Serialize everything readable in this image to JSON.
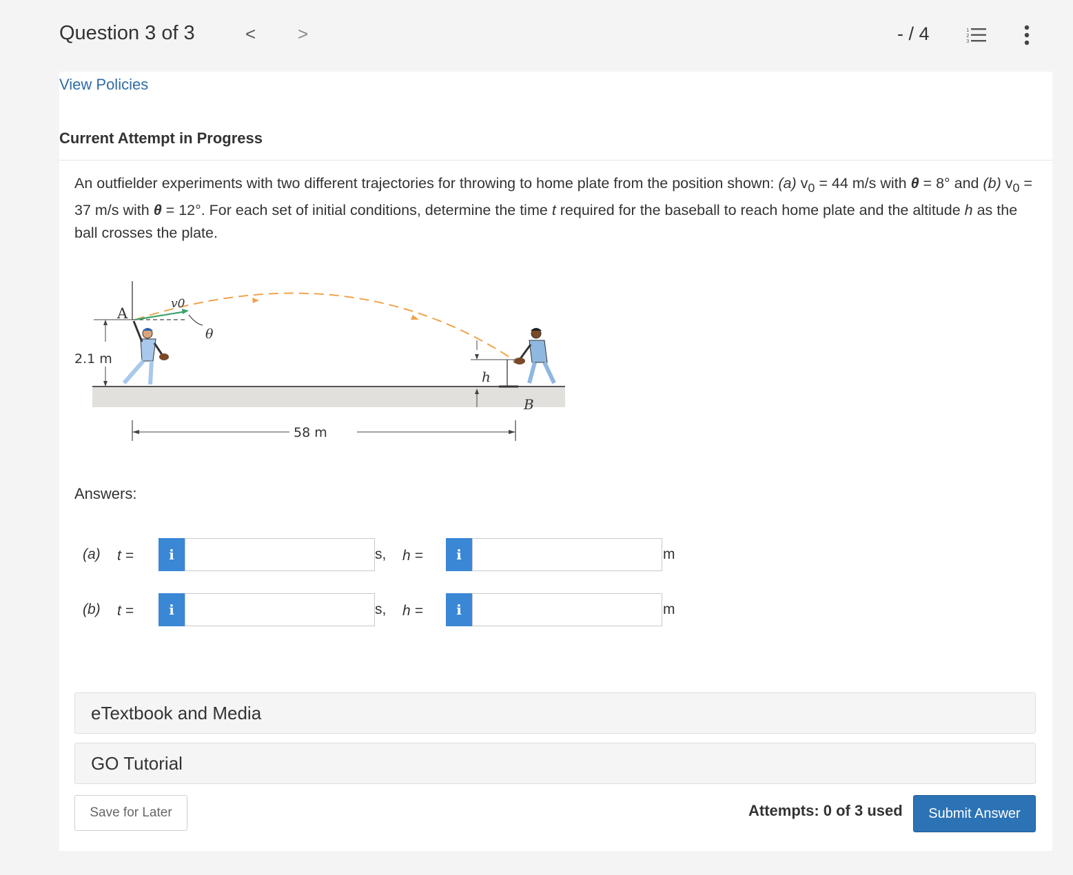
{
  "header": {
    "question_title": "Question 3 of 3",
    "prev_glyph": "<",
    "next_glyph": ">",
    "score": "- / 4"
  },
  "policies_link": "View Policies",
  "attempt_heading": "Current Attempt in Progress",
  "problem": {
    "p1": "An outfielder experiments with two different trajectories for throwing to home plate from the position shown: ",
    "a_label": "(a)",
    "v0a": " v",
    "sub0": "0",
    "a_eq": " = 44 m/s with ",
    "theta": "θ",
    "a_theta_val": " = 8° and ",
    "b_label": "(b)",
    "v0b": " v",
    "b_eq": " = 37 m/s with ",
    "b_theta_val": " = 12°. For each set of initial conditions, determine the time ",
    "t_var": "t",
    "p2": " required for the baseball to reach home plate and the altitude ",
    "h_var": "h",
    "p3": " as the ball crosses the plate."
  },
  "figure": {
    "label_A": "A",
    "label_v0": "v0",
    "label_theta": "θ",
    "label_height": "2.1 m",
    "label_h": "h",
    "label_B": "B",
    "label_distance": "58 m"
  },
  "answers_label": "Answers:",
  "rows": [
    {
      "part": "(a)",
      "t_label": "t =",
      "t_unit": "s,",
      "h_label": "h =",
      "h_unit": "m",
      "t_value": "",
      "h_value": ""
    },
    {
      "part": "(b)",
      "t_label": "t =",
      "t_unit": "s,",
      "h_label": "h =",
      "h_unit": "m",
      "t_value": "",
      "h_value": ""
    }
  ],
  "info_glyph": "i",
  "sections": {
    "etextbook": "eTextbook and Media",
    "tutorial": "GO Tutorial"
  },
  "footer": {
    "save_label": "Save for Later",
    "attempts": "Attempts: 0 of 3 used",
    "submit_label": "Submit Answer"
  },
  "colors": {
    "link": "#2e6ca8",
    "info": "#3a87d6",
    "submit": "#2c73b6",
    "trajectory": "#f0a24a",
    "velocity": "#3aa36a"
  }
}
